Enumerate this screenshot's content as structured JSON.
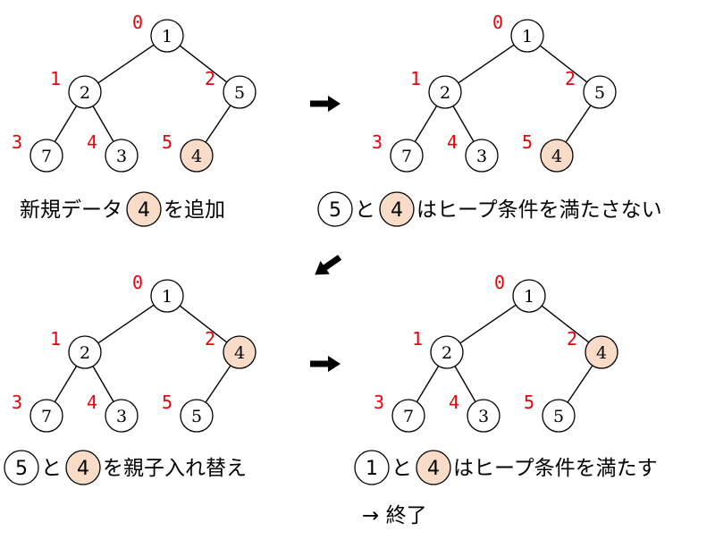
{
  "colors": {
    "highlight_fill": "#f8dcc8",
    "node_fill": "#ffffff",
    "index_label": "#e8000b",
    "arrow": "#000000"
  },
  "panels": [
    {
      "id": "step1",
      "nodes": [
        {
          "index": "0",
          "value": "1",
          "highlight": false
        },
        {
          "index": "1",
          "value": "2",
          "highlight": false
        },
        {
          "index": "2",
          "value": "5",
          "highlight": false
        },
        {
          "index": "3",
          "value": "7",
          "highlight": false
        },
        {
          "index": "4",
          "value": "3",
          "highlight": false
        },
        {
          "index": "5",
          "value": "4",
          "highlight": true
        }
      ],
      "caption": [
        {
          "type": "text",
          "text": "新規データ"
        },
        {
          "type": "circle",
          "text": "4",
          "highlight": true
        },
        {
          "type": "text",
          "text": "を追加"
        }
      ]
    },
    {
      "id": "step2",
      "nodes": [
        {
          "index": "0",
          "value": "1",
          "highlight": false
        },
        {
          "index": "1",
          "value": "2",
          "highlight": false
        },
        {
          "index": "2",
          "value": "5",
          "highlight": false
        },
        {
          "index": "3",
          "value": "7",
          "highlight": false
        },
        {
          "index": "4",
          "value": "3",
          "highlight": false
        },
        {
          "index": "5",
          "value": "4",
          "highlight": true
        }
      ],
      "caption": [
        {
          "type": "circle",
          "text": "5",
          "highlight": false
        },
        {
          "type": "text",
          "text": "と"
        },
        {
          "type": "circle",
          "text": "4",
          "highlight": true
        },
        {
          "type": "text",
          "text": "はヒープ条件を満たさない"
        }
      ]
    },
    {
      "id": "step3",
      "nodes": [
        {
          "index": "0",
          "value": "1",
          "highlight": false
        },
        {
          "index": "1",
          "value": "2",
          "highlight": false
        },
        {
          "index": "2",
          "value": "4",
          "highlight": true
        },
        {
          "index": "3",
          "value": "7",
          "highlight": false
        },
        {
          "index": "4",
          "value": "3",
          "highlight": false
        },
        {
          "index": "5",
          "value": "5",
          "highlight": false
        }
      ],
      "caption": [
        {
          "type": "circle",
          "text": "5",
          "highlight": false
        },
        {
          "type": "text",
          "text": "と"
        },
        {
          "type": "circle",
          "text": "4",
          "highlight": true
        },
        {
          "type": "text",
          "text": "を親子入れ替え"
        }
      ]
    },
    {
      "id": "step4",
      "nodes": [
        {
          "index": "0",
          "value": "1",
          "highlight": false
        },
        {
          "index": "1",
          "value": "2",
          "highlight": false
        },
        {
          "index": "2",
          "value": "4",
          "highlight": true
        },
        {
          "index": "3",
          "value": "7",
          "highlight": false
        },
        {
          "index": "4",
          "value": "3",
          "highlight": false
        },
        {
          "index": "5",
          "value": "5",
          "highlight": false
        }
      ],
      "caption": [
        {
          "type": "circle",
          "text": "1",
          "highlight": false
        },
        {
          "type": "text",
          "text": "と"
        },
        {
          "type": "circle",
          "text": "4",
          "highlight": true
        },
        {
          "type": "text",
          "text": "はヒープ条件を満たす"
        }
      ],
      "caption_line2": "→ 終了"
    }
  ],
  "arrows": [
    {
      "from": "step1",
      "to": "step2",
      "icon": "arrow-right-icon"
    },
    {
      "from": "step2",
      "to": "step3",
      "icon": "arrow-down-left-icon"
    },
    {
      "from": "step3",
      "to": "step4",
      "icon": "arrow-right-icon"
    }
  ]
}
